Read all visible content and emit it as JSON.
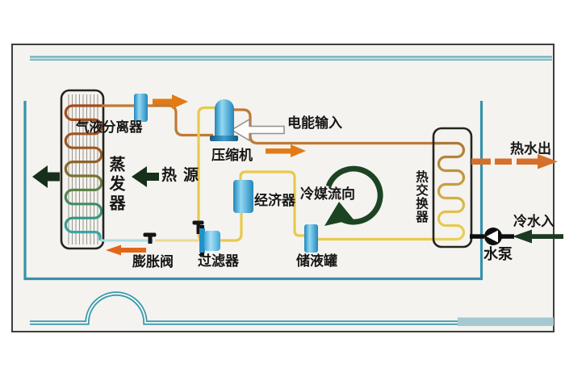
{
  "labels": {
    "separator": "气液分离器",
    "compressor": "压缩机",
    "power_input": "电能输入",
    "evaporator": "蒸发器",
    "heat_source": "热源",
    "economizer": "经济器",
    "refrigerant_flow": "冷媒流向",
    "heat_exchanger": "热交换器",
    "hot_water_out": "热水出",
    "cold_water_in": "冷水入",
    "water_pump": "水泵",
    "receiver_tank": "储液罐",
    "filter": "过滤器",
    "expansion_valve": "膨胀阀"
  },
  "colors": {
    "pipe_hot_gas": "#bf7a36",
    "pipe_liquid": "#e8c94e",
    "pipe_pale_yellow": "#ead995",
    "pipe_pale_cyan": "#aedde2",
    "frame_teal": "#3d9bae",
    "component_blue": "#2b9ad2",
    "arrow_orange": "#e27b16",
    "arrow_dark_green": "#1c3a22",
    "coil_evaporator_top": "#a8441a",
    "coil_evaporator_bottom": "#3bb2c2",
    "coil_heat_exchanger_top": "#a87434",
    "coil_heat_exchanger_bottom": "#e8d258"
  }
}
